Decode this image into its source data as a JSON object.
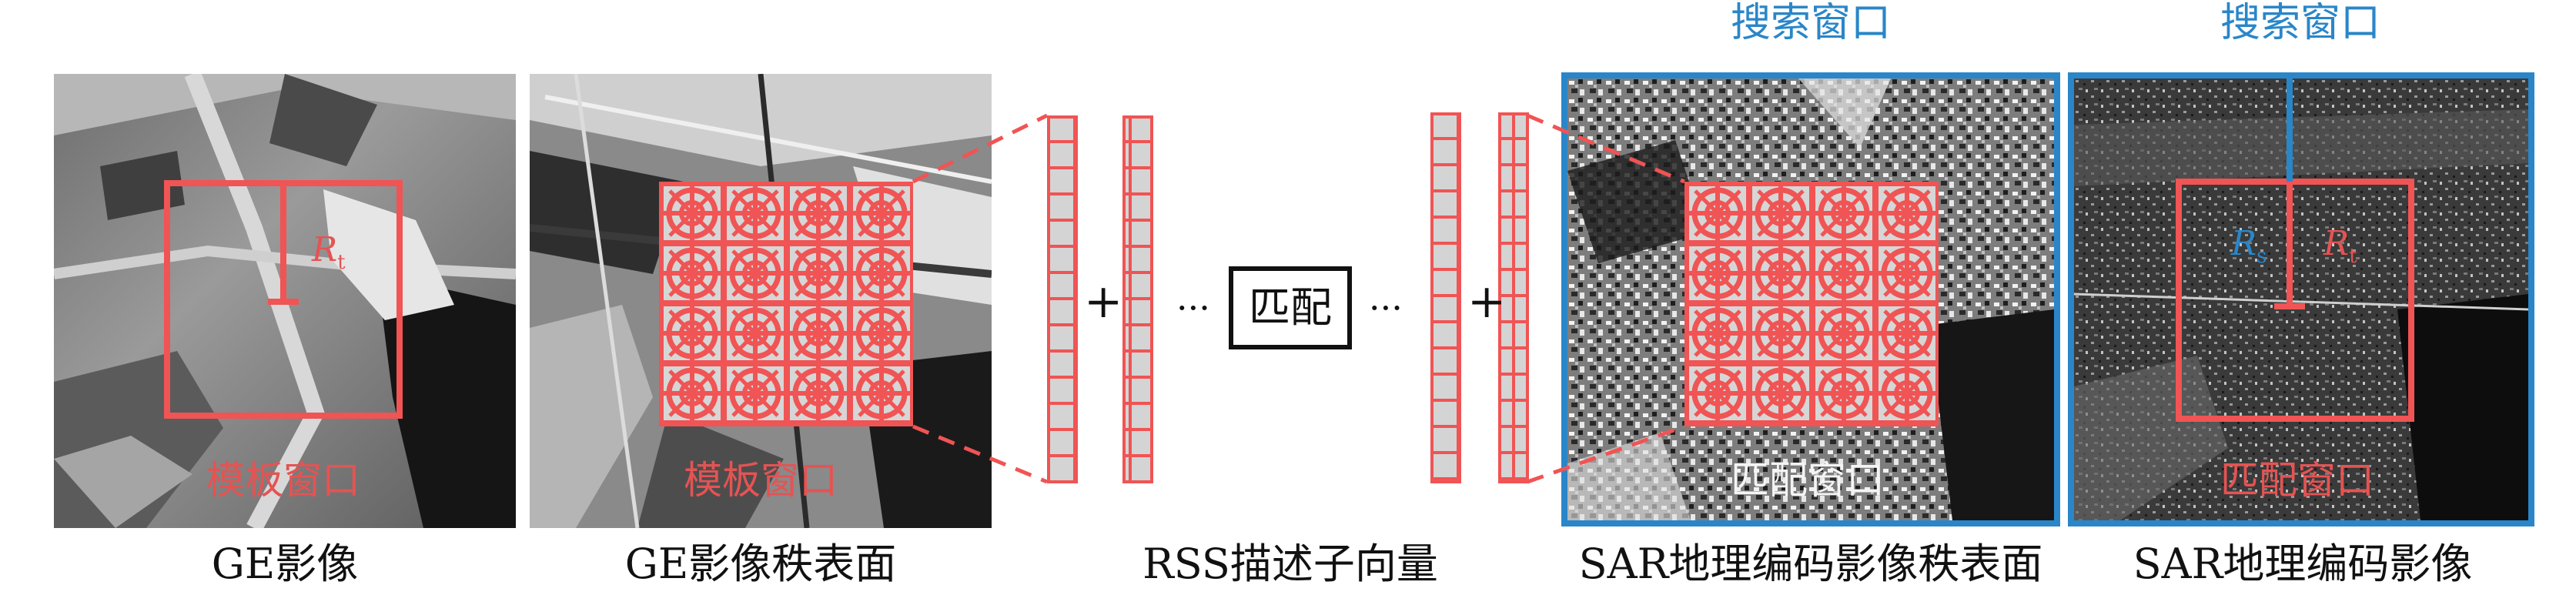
{
  "captions": {
    "ge_image": "GE影像",
    "ge_surface": "GE影像秩表面",
    "rss_vector": "RSS描述子向量",
    "sar_surface": "SAR地理编码影像秩表面",
    "sar_image": "SAR地理编码影像"
  },
  "labels": {
    "template_window": "模板窗口",
    "match_window": "匹配窗口",
    "search_window": "搜索窗口",
    "match": "匹配",
    "dots": "···",
    "plus": "+",
    "r_t": "R",
    "r_t_sub": "t",
    "r_s": "R",
    "r_s_sub": "s"
  },
  "colors": {
    "red": "#f05454",
    "red_text": "#e55353",
    "blue": "#2a86c8",
    "cell_fill": "#d4d4d4"
  }
}
